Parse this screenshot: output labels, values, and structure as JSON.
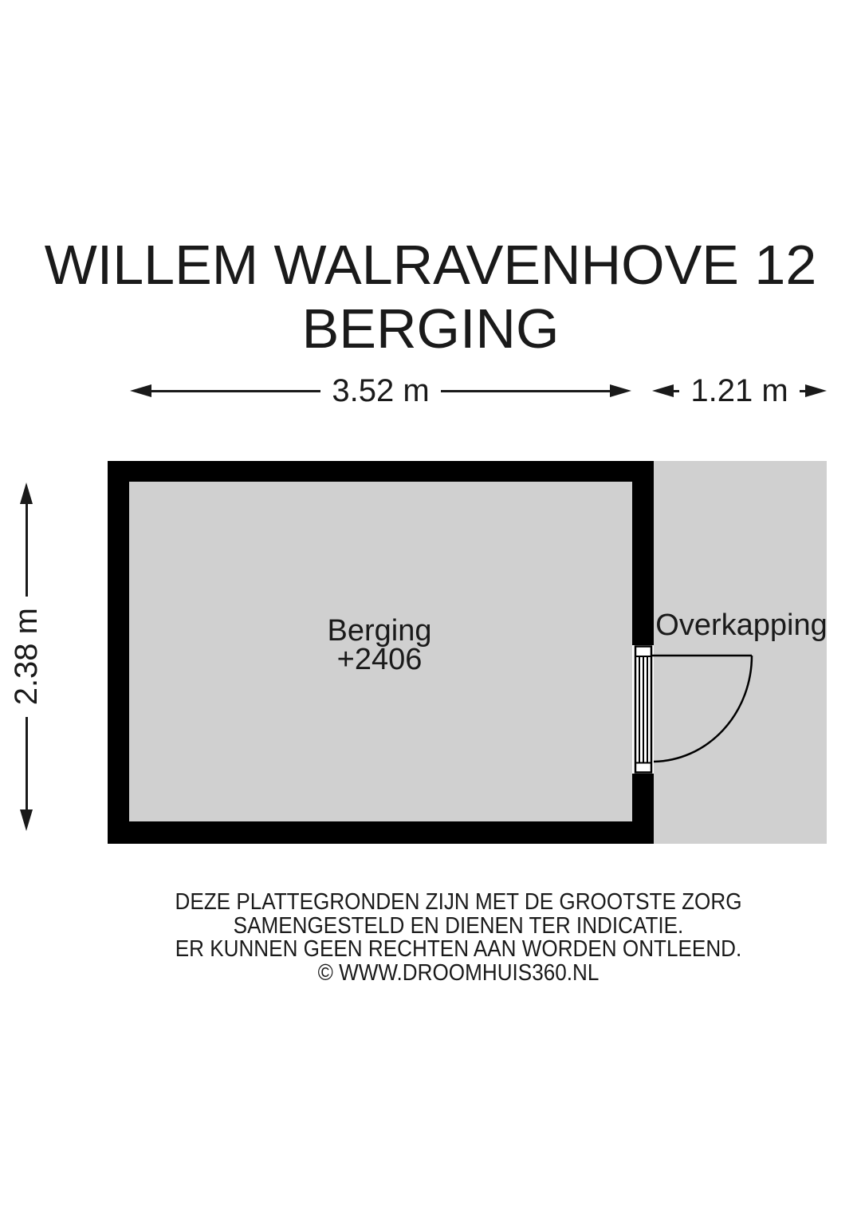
{
  "title": {
    "line1": "WILLEM WALRAVENHOVE 12",
    "line2": "BERGING"
  },
  "dimensions": {
    "berging_width": "3.52 m",
    "overkapping_width": "1.21 m",
    "berging_depth": "2.38 m"
  },
  "rooms": {
    "berging": {
      "label": "Berging",
      "elevation": "+2406"
    },
    "overkapping": {
      "label": "Overkapping"
    }
  },
  "disclaimer": {
    "line1": "DEZE PLATTEGRONDEN ZIJN MET DE GROOTSTE ZORG",
    "line2": "SAMENGESTELD EN DIENEN TER INDICATIE.",
    "line3": "ER KUNNEN GEEN RECHTEN AAN WORDEN ONTLEEND.",
    "line4": "© WWW.DROOMHUIS360.NL"
  },
  "colors": {
    "wall": "#000000",
    "floor": "#d0d0d0",
    "background": "#ffffff",
    "line": "#1a1a1a"
  }
}
